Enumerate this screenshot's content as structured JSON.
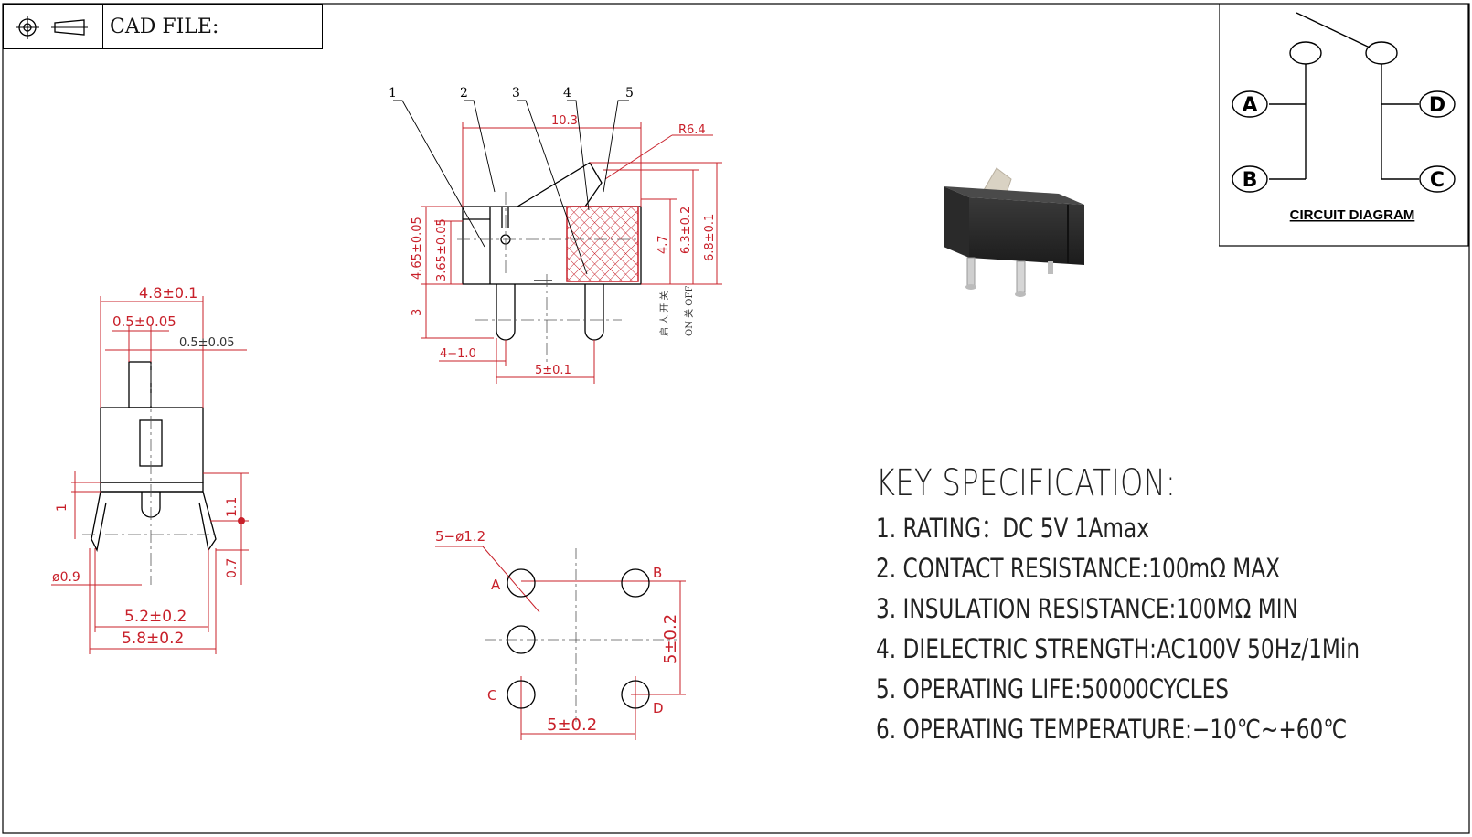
{
  "header": {
    "cad_label": "CAD FILE:"
  },
  "top_view": {
    "callouts": [
      "1",
      "2",
      "3",
      "4",
      "5"
    ],
    "dims": {
      "width_top": "10.3",
      "radius": "R6.4",
      "h_465": "4.65±0.05",
      "h_365": "3.65±0.05",
      "h_3": "3",
      "h_47": "4.7",
      "h_63": "6.3±0.2",
      "h_68": "6.8±0.1",
      "pitch_41": "4−1.0",
      "pitch_5": "5±0.1",
      "mark_onoff": "ON 关 OFF",
      "mark_cn": "启 人 开 关"
    }
  },
  "side_view": {
    "dims": {
      "w48": "4.8±0.1",
      "w05a": "0.5±0.05",
      "w05b": "0.5±0.05",
      "h1": "1",
      "h11": "1.1",
      "h07": "0.7",
      "dia09": "ø0.9",
      "w52": "5.2±0.2",
      "w58": "5.8±0.2"
    }
  },
  "pcb_layout": {
    "holes": "5−ø1.2",
    "pins": [
      "A",
      "B",
      "C",
      "D"
    ],
    "dim_h": "5±0.2",
    "dim_v": "5±0.2"
  },
  "circuit": {
    "labels": [
      "A",
      "B",
      "C",
      "D"
    ],
    "caption": "CIRCUIT DIAGRAM"
  },
  "specs": {
    "title": "KEY SPECIFICATION:",
    "items": [
      "1. RATING：DC 5V  1Amax",
      "2. CONTACT RESISTANCE:100mΩ MAX",
      "3. INSULATION RESISTANCE:100MΩ MIN",
      "4. DIELECTRIC STRENGTH:AC100V 50Hz/1Min",
      "5. OPERATING LIFE:50000CYCLES",
      "6. OPERATING TEMPERATURE:−10℃~+60℃"
    ]
  },
  "colors": {
    "dimension": "#c8202a",
    "line": "#000000",
    "body": "#2b2b2b"
  }
}
